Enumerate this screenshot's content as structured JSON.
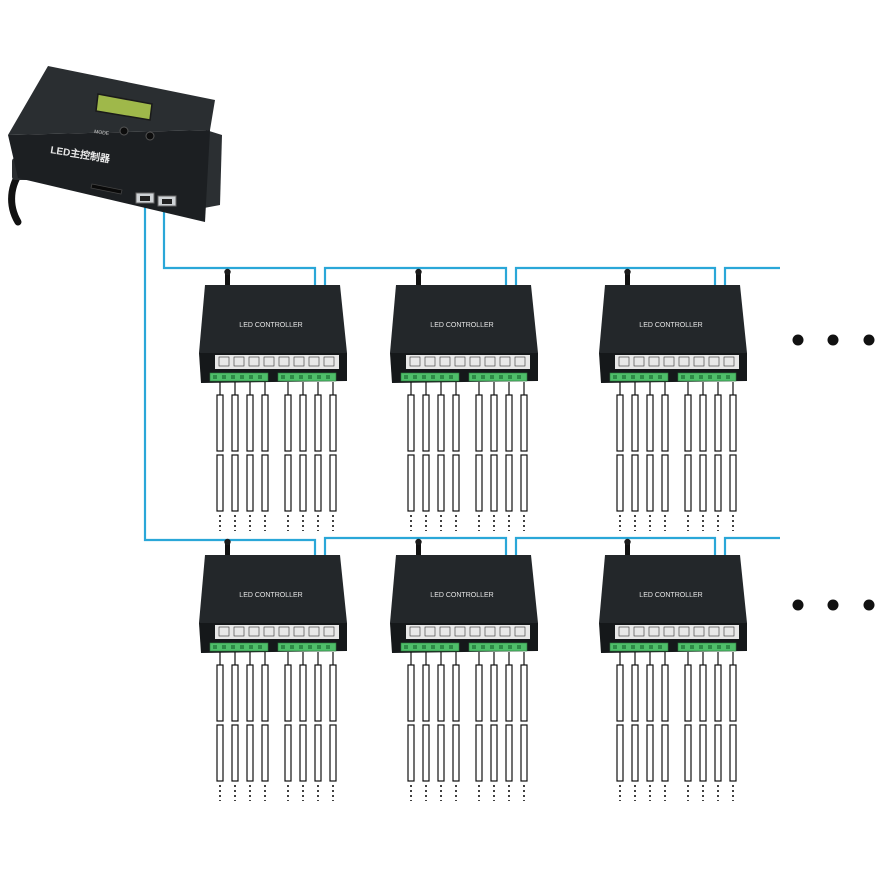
{
  "master": {
    "label": "LED主控制器",
    "mode_label": "MODE",
    "body_color": "#1f2326",
    "lcd_color": "#9fb84a"
  },
  "slave": {
    "label": "LED CONTROLLER",
    "body_color": "#23272a",
    "terminal_color": "#4fbf6a",
    "strips_per_controller": 8
  },
  "network": {
    "cable_color": "#2aa7d8",
    "rows": 2,
    "controllers_per_row": 3,
    "continuation": "• • •"
  }
}
